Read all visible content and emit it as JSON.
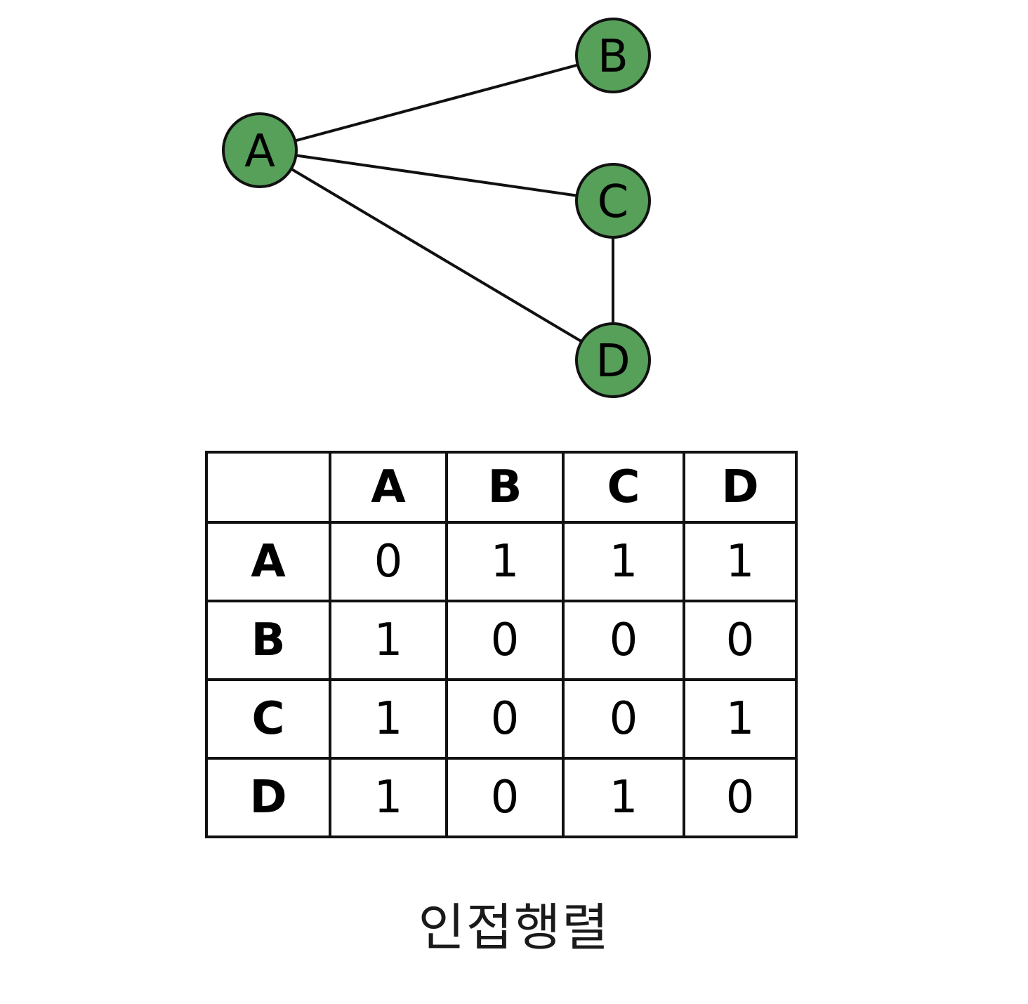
{
  "graph": {
    "node_color": "#57a05a",
    "nodes": [
      {
        "id": "A",
        "label": "A"
      },
      {
        "id": "B",
        "label": "B"
      },
      {
        "id": "C",
        "label": "C"
      },
      {
        "id": "D",
        "label": "D"
      }
    ],
    "edges": [
      {
        "from": "A",
        "to": "B"
      },
      {
        "from": "A",
        "to": "C"
      },
      {
        "from": "A",
        "to": "D"
      },
      {
        "from": "C",
        "to": "D"
      }
    ]
  },
  "matrix": {
    "corner": "",
    "column_headers": [
      "A",
      "B",
      "C",
      "D"
    ],
    "rows": [
      {
        "header": "A",
        "values": [
          "0",
          "1",
          "1",
          "1"
        ]
      },
      {
        "header": "B",
        "values": [
          "1",
          "0",
          "0",
          "0"
        ]
      },
      {
        "header": "C",
        "values": [
          "1",
          "0",
          "0",
          "1"
        ]
      },
      {
        "header": "D",
        "values": [
          "1",
          "0",
          "1",
          "0"
        ]
      }
    ]
  },
  "caption": "인접행렬"
}
